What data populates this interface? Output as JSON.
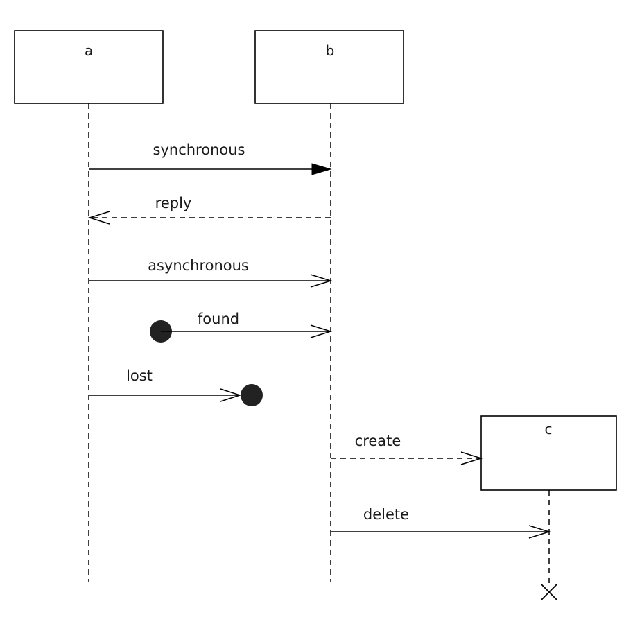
{
  "objects": {
    "a": "a",
    "b": "b",
    "c": "c"
  },
  "messages": {
    "synchronous": "synchronous",
    "reply": "reply",
    "asynchronous": "asynchronous",
    "found": "found",
    "lost": "lost",
    "create": "create",
    "delete": "delete"
  },
  "colors": {
    "stroke": "#000000",
    "dot": "#222222",
    "background": "#ffffff"
  }
}
